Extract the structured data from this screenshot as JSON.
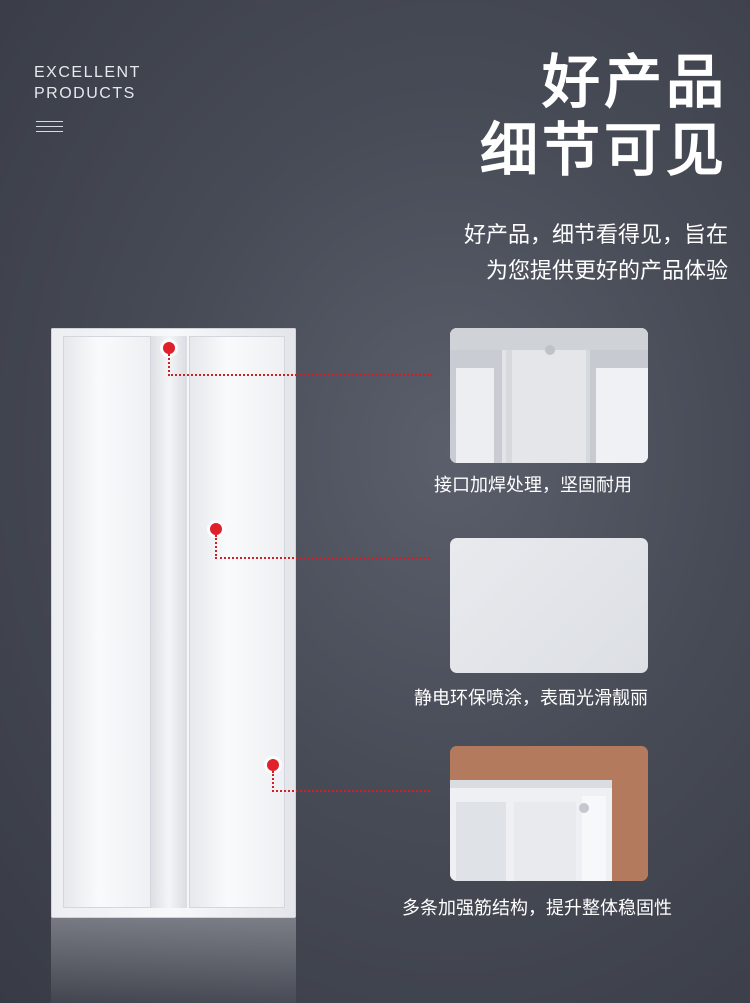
{
  "brand": {
    "line1": "EXCELLENT",
    "line2": "PRODUCTS"
  },
  "headline": {
    "line1": "好产品",
    "line2": "细节可见"
  },
  "subtitle": {
    "line1": "好产品，细节看得见，旨在",
    "line2": "为您提供更好的产品体验"
  },
  "details": [
    {
      "caption": "接口加焊处理，坚固耐用"
    },
    {
      "caption": "静电环保喷涂，表面光滑靓丽"
    },
    {
      "caption": "多条加强筋结构，提升整体稳固性"
    }
  ],
  "colors": {
    "accent": "#e0202a",
    "background": "#474b56",
    "text": "#ffffff"
  }
}
